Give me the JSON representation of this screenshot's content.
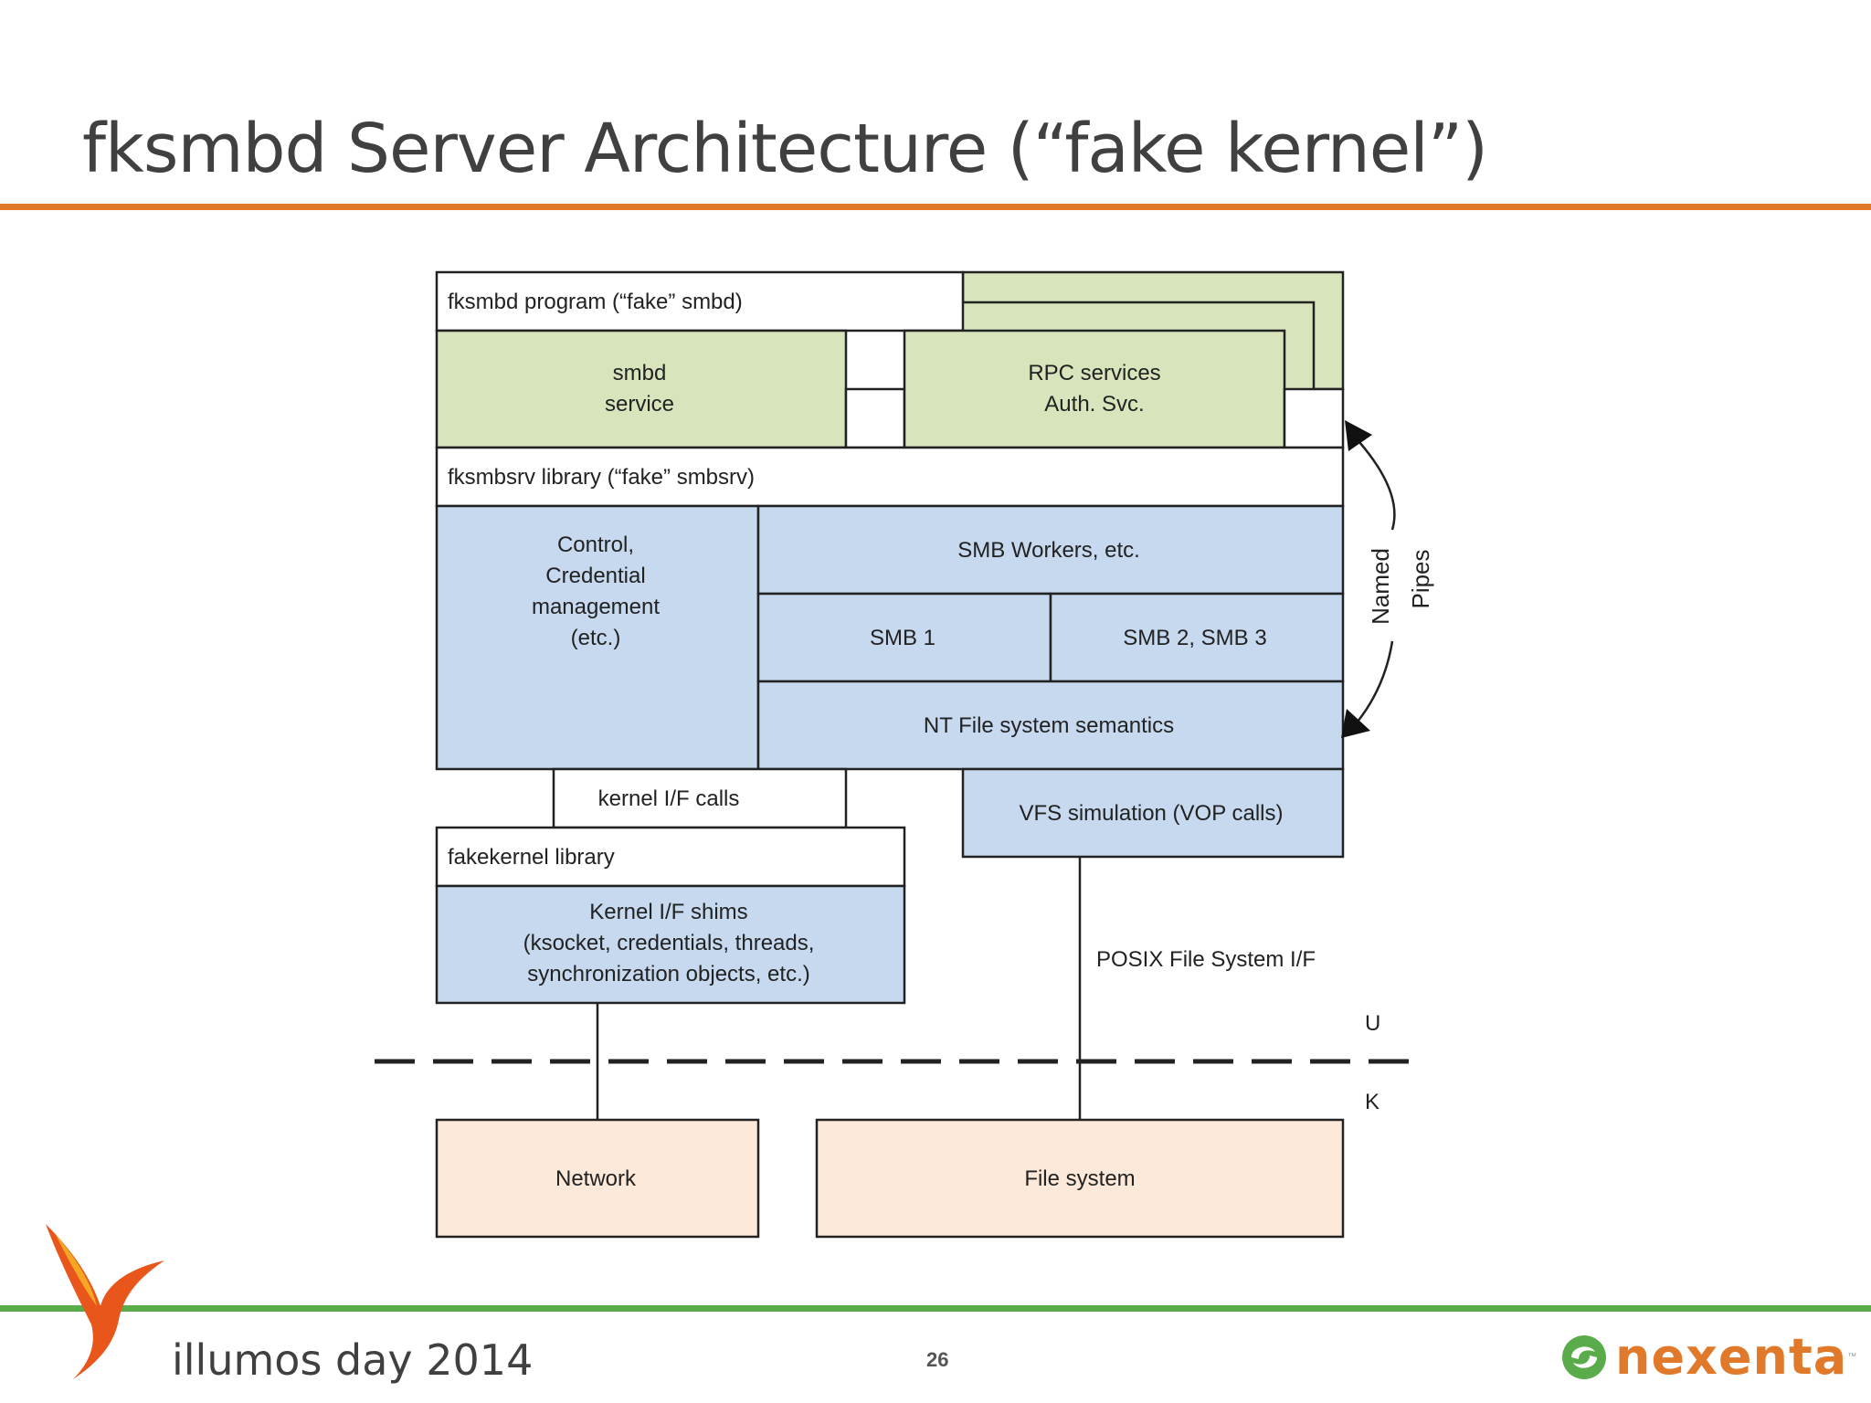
{
  "slide": {
    "title": "fksmbd Server Architecture (“fake kernel”)",
    "footer_event": "illumos day 2014",
    "page_number": "26",
    "brand_name": "nexenta",
    "brand_tm": "™"
  },
  "colors": {
    "accent_orange": "#e07a2a",
    "accent_green": "#5aac4a",
    "box_green": "#d7e4bc",
    "box_blue": "#c6d9ef",
    "box_peach": "#fce9da"
  },
  "diagram": {
    "fksmbd_program": "fksmbd program (“fake” smbd)",
    "smbd_service_line1": "smbd",
    "smbd_service_line2": "service",
    "rpc_line1": "RPC services",
    "rpc_line2": "Auth. Svc.",
    "fksmbsrv_library": "fksmbsrv library (“fake” smbsrv)",
    "control_line1": "Control,",
    "control_line2": "Credential",
    "control_line3": "management",
    "control_line4": "(etc.)",
    "smb_workers": "SMB Workers, etc.",
    "smb1": "SMB 1",
    "smb23": "SMB 2, SMB 3",
    "nt_fs": "NT File system semantics",
    "kernel_if_calls": "kernel I/F calls",
    "vfs_sim": "VFS simulation (VOP calls)",
    "fakekernel_library": "fakekernel library",
    "shims_line1": "Kernel I/F shims",
    "shims_line2": "(ksocket, credentials, threads,",
    "shims_line3": "synchronization objects, etc.)",
    "posix_fs": "POSIX  File System I/F",
    "named": "Named",
    "pipes": "Pipes",
    "user_label": "U",
    "kernel_label": "K",
    "network": "Network",
    "file_system": "File system"
  }
}
